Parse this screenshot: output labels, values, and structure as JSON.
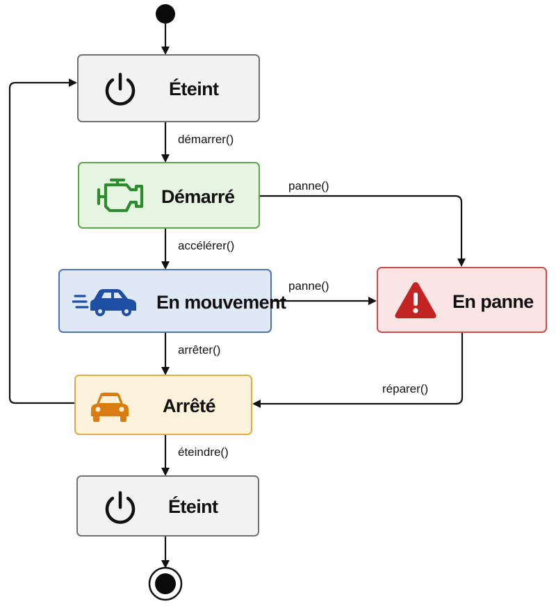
{
  "states": {
    "eteint_top": {
      "label": "Éteint",
      "icon": "power-icon",
      "fill": "#f2f2f2",
      "border": "#6e6e6e"
    },
    "demarre": {
      "label": "Démarré",
      "icon": "engine-icon",
      "fill": "#e6f4e2",
      "border": "#5aa846",
      "icon_color": "#2e8a2e"
    },
    "en_mouvement": {
      "label": "En mouvement",
      "icon": "moving-car-icon",
      "fill": "#dfe9f6",
      "border": "#4a73b8",
      "icon_color": "#1e4fa3"
    },
    "en_panne": {
      "label": "En panne",
      "icon": "warning-icon",
      "fill": "#fbe4e4",
      "border": "#cc4b4b",
      "icon_color": "#c42323"
    },
    "arrete": {
      "label": "Arrêté",
      "icon": "parked-car-icon",
      "fill": "#fdf2dc",
      "border": "#dcae3d",
      "icon_color": "#d97d12"
    },
    "eteint_bottom": {
      "label": "Éteint",
      "icon": "power-icon",
      "fill": "#f2f2f2",
      "border": "#6e6e6e"
    }
  },
  "transitions": {
    "demarrer": "démarrer()",
    "panne_from_demarre": "panne()",
    "accelerer": "accélérer()",
    "panne_from_mouvement": "panne()",
    "arreter": "arrêter()",
    "reparer": "réparer()",
    "eteindre": "éteindre()"
  }
}
